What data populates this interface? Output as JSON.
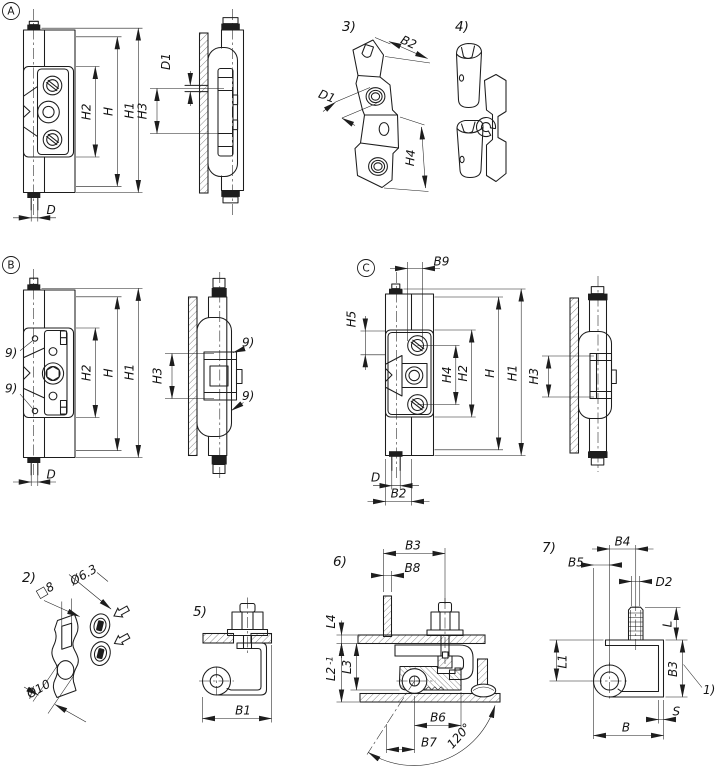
{
  "style": {
    "line_color": "#1d1d1d",
    "background": "#ffffff"
  },
  "views": {
    "a": {
      "tag": "A",
      "dim_h2": "H2",
      "dim_h": "H",
      "dim_h1": "H1",
      "dim_d": "D",
      "dim_d1": "D1",
      "dim_h3": "H3"
    },
    "b": {
      "tag": "B",
      "dim_h2": "H2",
      "dim_h": "H",
      "dim_h1": "H1",
      "dim_d": "D",
      "dim_h3": "H3",
      "callout_9": "9)"
    },
    "c": {
      "tag": "C",
      "dim_b9": "B9",
      "dim_h5": "H5",
      "dim_h4": "H4",
      "dim_h2": "H2",
      "dim_h": "H",
      "dim_h1": "H1",
      "dim_h3": "H3",
      "dim_d": "D",
      "dim_b2": "B2"
    },
    "v2": {
      "tag": "2)",
      "dim_dia63": "Ø6.3",
      "dim_sq8": "□8",
      "dim_dia10": "Ø10"
    },
    "v3": {
      "tag": "3)",
      "dim_b2": "B2",
      "dim_d1": "D1",
      "dim_h4": "H4"
    },
    "v4": {
      "tag": "4)"
    },
    "v5": {
      "tag": "5)",
      "dim_b1": "B1"
    },
    "v6": {
      "tag": "6)",
      "dim_b3": "B3",
      "dim_b8": "B8",
      "dim_l4": "L4",
      "dim_l3": "L3",
      "dim_l2": "L2",
      "dim_l2_tol": "-1",
      "dim_b6": "B6",
      "dim_b7": "B7",
      "dim_angle": "120°"
    },
    "v7": {
      "tag": "7)",
      "dim_b4": "B4",
      "dim_b5": "B5",
      "dim_d2": "D2",
      "dim_l": "L",
      "dim_l1": "L1",
      "dim_b3": "B3",
      "callout_1": "1)",
      "dim_s": "S",
      "dim_b": "B"
    }
  }
}
